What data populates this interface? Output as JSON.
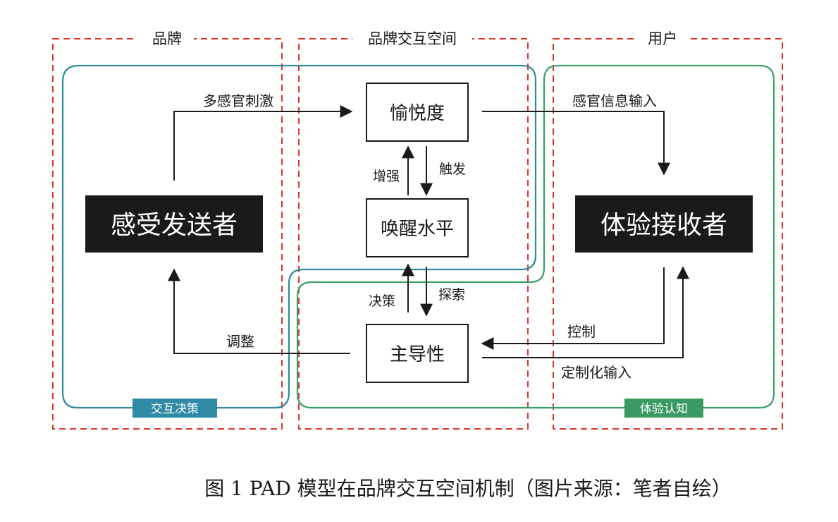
{
  "regions": {
    "brand": "品牌",
    "space": "品牌交互空间",
    "user": "用户"
  },
  "nodes": {
    "sender": "感受发送者",
    "receiver": "体验接收者",
    "pleasure": "愉悦度",
    "arousal": "唤醒水平",
    "dominance": "主导性"
  },
  "edges": {
    "multi_sense": "多感官刺激",
    "sense_input": "感官信息输入",
    "enhance": "增强",
    "trigger": "触发",
    "decide": "决策",
    "explore": "探索",
    "adjust": "调整",
    "control": "控制",
    "custom_input": "定制化输入"
  },
  "badges": {
    "interaction": "交互决策",
    "experience": "体验认知"
  },
  "caption": "图 1 PAD 模型在品牌交互空间机制（图片来源：笔者自绘）",
  "colors": {
    "dashed_region": "#d9362b",
    "teal_loop": "#2f8a9c",
    "green_loop": "#3aa06a",
    "teal_badge": "#2f8aa6",
    "green_badge": "#3a9a63",
    "black_node": "#1a1a1a"
  }
}
